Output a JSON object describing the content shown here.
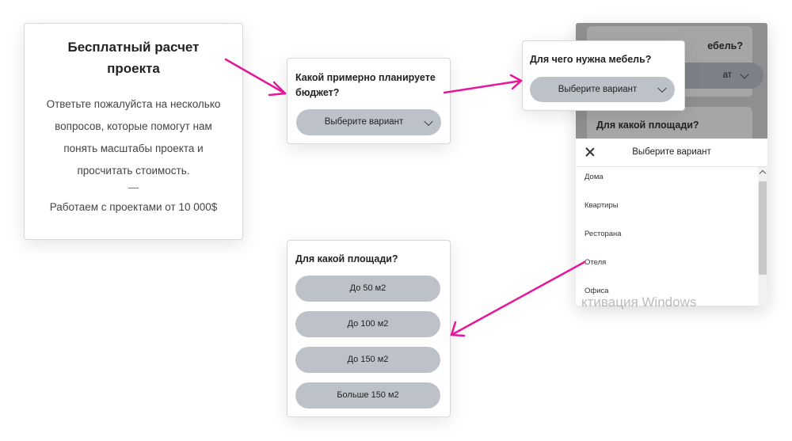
{
  "intro": {
    "title": "Бесплатный расчет проекта",
    "description": "Ответьте пожалуйста на несколько вопросов, которые помогут нам понять масштабы проекта и просчитать стоимость.",
    "dash": "—",
    "works": "Работаем с проектами от 10 000$"
  },
  "budget": {
    "question": "Какой примерно планируете бюджет?",
    "select_label": "Выберите вариант"
  },
  "purpose": {
    "question": "Для чего нужна мебель?",
    "select_label": "Выберите вариант"
  },
  "mobile": {
    "bg_question_1_tail": "ебель?",
    "bg_select_tail": "ат",
    "bg_question_2": "Для какой площади?",
    "sheet_title": "Выберите вариант",
    "options": [
      "Дома",
      "Квартиры",
      "Ресторана",
      "Отеля",
      "Офиса"
    ],
    "watermark": "ктивация Windows"
  },
  "area": {
    "question": "Для какой площади?",
    "options": [
      "До 50 м2",
      "До 100 м2",
      "До 150 м2",
      "Больше 150 м2"
    ]
  },
  "colors": {
    "arrow": "#e5179a",
    "pill": "#bdc2c9",
    "overlay": "#8f8f8f"
  }
}
